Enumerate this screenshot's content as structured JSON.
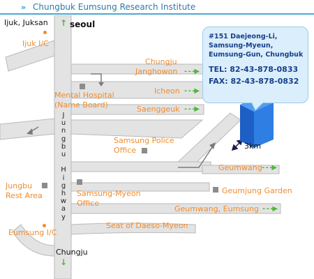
{
  "header": {
    "title": "Chungbuk Eumsung Research Institute"
  },
  "places": {
    "ijuk_juksan": "Ijuk, Juksan",
    "seoul": "seoul",
    "ijuk_ic": "Ijuk I/C",
    "chungju_janghowon_1": "Chungju",
    "chungju_janghowon_2": "Janghowon",
    "icheon": "Icheon",
    "saenggeuk": "Saenggeuk",
    "mental_hospital_1": "Mental Hospital",
    "mental_hospital_2": "(Name Board)",
    "highway_letters": [
      "J",
      "u",
      "n",
      "g",
      "b",
      "u",
      "",
      "H",
      "i",
      "g",
      "h",
      "w",
      "a",
      "y"
    ],
    "samsung_police_1": "Samsung Police",
    "samsung_police_2": "Office",
    "geumwang": "Geumwang",
    "geumjung_garden": "Geumjung Garden",
    "jungbu_rest_1": "Jungbu",
    "jungbu_rest_2": "Rest Area",
    "samsung_myeon_1": "Samsung-Myeon",
    "samsung_myeon_2": "Office",
    "geumwang_eumsung": "Geumwang, Eumsung",
    "seat_daeso_myeon": "Seat of Daeso-Myeon",
    "eumsung_ic": "Eumsung I/C",
    "chungju_bottom": "Chungju",
    "distance": "3km"
  },
  "info_box": {
    "line1": "#151 Daejeong-Li,",
    "line2": "Samsung-Myeun,",
    "line3": "Eumsung-Gun, Chungbuk",
    "tel": "TEL: 82-43-878-0833",
    "fax": "FAX: 82-43-878-0832"
  },
  "colors": {
    "road": "#e3e3e3",
    "road_edge": "#b9b9b9",
    "label_orange": "#f08c2c",
    "arrow_green": "#4eb83b",
    "info_bg": "#dbeefb",
    "info_text": "#15408b",
    "building": "#2f7ee3",
    "header_rule": "#4ca7d3"
  },
  "icons": [
    "building-icon",
    "distance-arrow-icon",
    "up-arrow-icon",
    "down-arrow-icon",
    "right-arrow-icon",
    "left-arrow-icon",
    "landmark-square-icon",
    "interchange-dot-icon"
  ]
}
